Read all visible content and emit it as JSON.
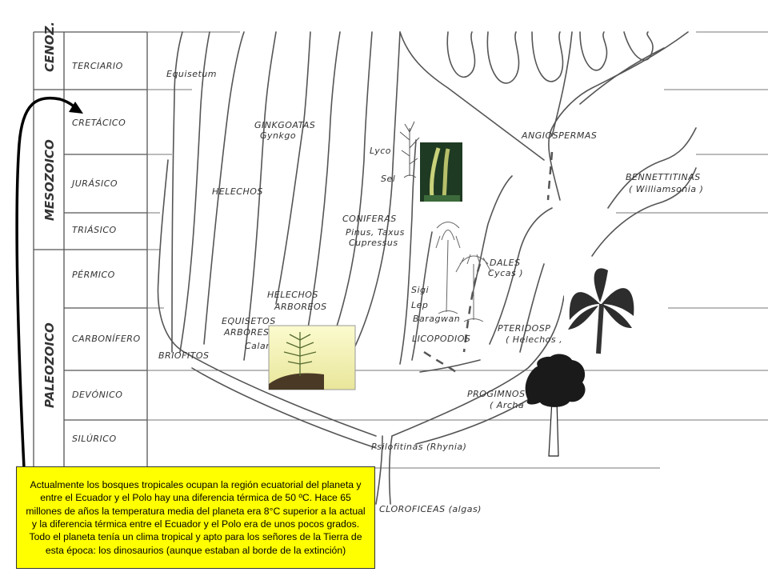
{
  "eras": [
    {
      "label": "CENOZ."
    },
    {
      "label": "MESOZOICO"
    },
    {
      "label": "PALEOZOICO"
    }
  ],
  "periods": [
    {
      "label": "TERCIARIO"
    },
    {
      "label": "CRETÁCICO"
    },
    {
      "label": "JURÁSICO"
    },
    {
      "label": "TRIÁSICO"
    },
    {
      "label": "PÉRMICO"
    },
    {
      "label": "CARBONÍFERO"
    },
    {
      "label": "DEVÓNICO"
    },
    {
      "label": "SILÚRICO"
    }
  ],
  "taxa": {
    "equisetum": "Equisetum",
    "ginkgoatas_1": "GINKGOATAS",
    "ginkgoatas_2": "Gynkgo",
    "helechos": "HELECHOS",
    "lyco_1": "Lyco",
    "lyco_2": "Sel",
    "coniferas_1": "CONIFERAS",
    "coniferas_2": "Pinus, Taxus",
    "coniferas_3": "Cupressus",
    "angiospermas": "ANGIOSPERMAS",
    "bennettitinas_1": "BENNETTITINAS",
    "bennettitinas_2": "( Williamsonia )",
    "cicadales_1": "DALES",
    "cicadales_2": "Cycas )",
    "helechos_arb_1": "HELECHOS",
    "helechos_arb_2": "ARBOREOS",
    "equisetos_1": "EQUISETOS",
    "equisetos_2": "ARBORESC",
    "equisetos_3": "Calam",
    "sigillaria_1": "Sigi",
    "sigillaria_2": "Lep",
    "sigillaria_3": "Baragwan",
    "licopodios": "LICOPODIOS",
    "pteridospermas_1": "PTERIDOSP",
    "pteridospermas_2": "( Helechos ,",
    "briofitos": "BRIOFITOS",
    "progimnospermas_1": "PROGIMNOS",
    "progimnospermas_2": "( Archa",
    "psilofitinas": "Psilofitinas (Rhynia)",
    "cloroficeas": "CLOROFICEAS (algas)"
  },
  "caption": "Actualmente los bosques tropicales ocupan la región ecuatorial del planeta y entre el Ecuador y el Polo hay una diferencia térmica de 50 ºC. Hace 65 millones de años la temperatura media del planeta era 8°C superior a la actual y la diferencia térmica entre el Ecuador y el Polo era de unos pocos grados. Todo el planeta tenía un clima tropical y apto para los señores de la Tierra de esta época: los dinosaurios (aunque estaban al borde de la extinción)",
  "colors": {
    "caption_bg": "#ffff00",
    "line": "#555555",
    "arrow": "#000000"
  }
}
